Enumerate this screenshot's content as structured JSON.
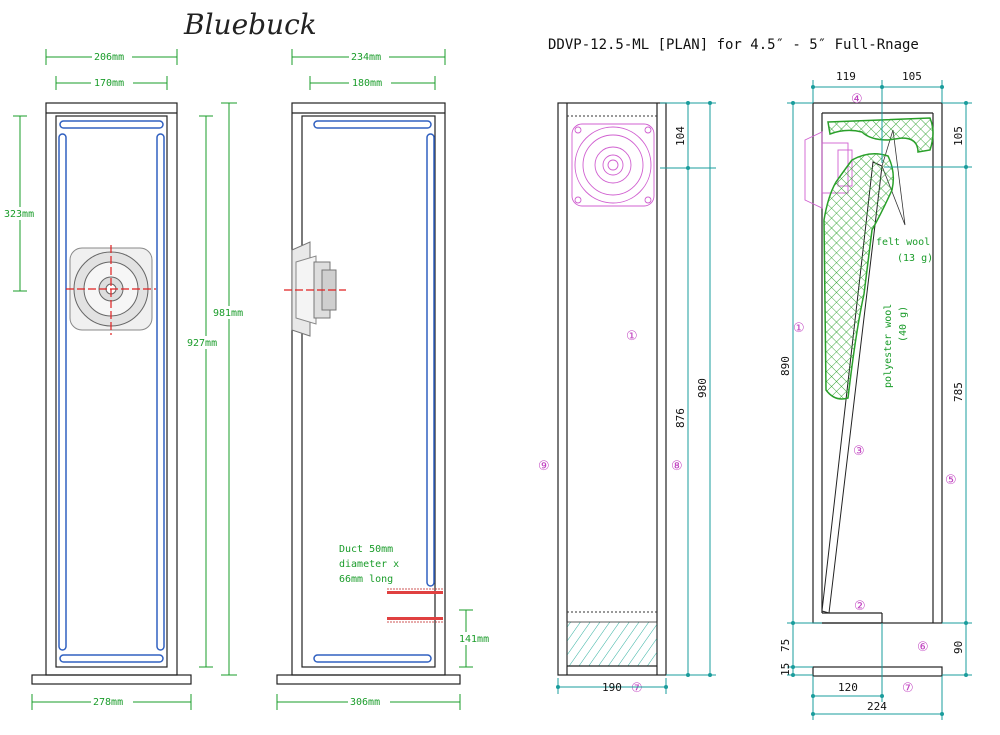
{
  "brand": "Bluebuck",
  "title": "DDVP-12.5-ML [PLAN] for 4.5″ - 5″ Full-Rnage",
  "front": {
    "outer_width": "206mm",
    "inner_width": "170mm",
    "driver_height": "323mm",
    "total_height": "981mm",
    "inner_height": "927mm",
    "base_width": "278mm"
  },
  "side": {
    "outer_width": "234mm",
    "inner_width": "180mm",
    "duct_label": [
      "Duct 50mm",
      "diameter x",
      "66mm long"
    ],
    "duct_height": "141mm",
    "base_width": "306mm"
  },
  "plan_front": {
    "top": "104",
    "inner": "876",
    "total": "980",
    "width": "190",
    "p1": "①",
    "p7": "⑦",
    "p8": "⑧",
    "p9": "⑨"
  },
  "plan_side": {
    "top_left": "119",
    "top_right": "105",
    "right_top": "105",
    "left_total": "890",
    "right_mid": "785",
    "right_bottom": "90",
    "left_bottom_a": "75",
    "left_bottom_b": "15",
    "bottom_inner": "120",
    "bottom_total": "224",
    "felt": [
      "felt wool",
      "(13 g)"
    ],
    "poly": [
      "polyester wool",
      "(40 g)"
    ],
    "p1": "①",
    "p2": "②",
    "p3": "③",
    "p4": "④",
    "p5": "⑤",
    "p6": "⑥",
    "p7": "⑦"
  }
}
